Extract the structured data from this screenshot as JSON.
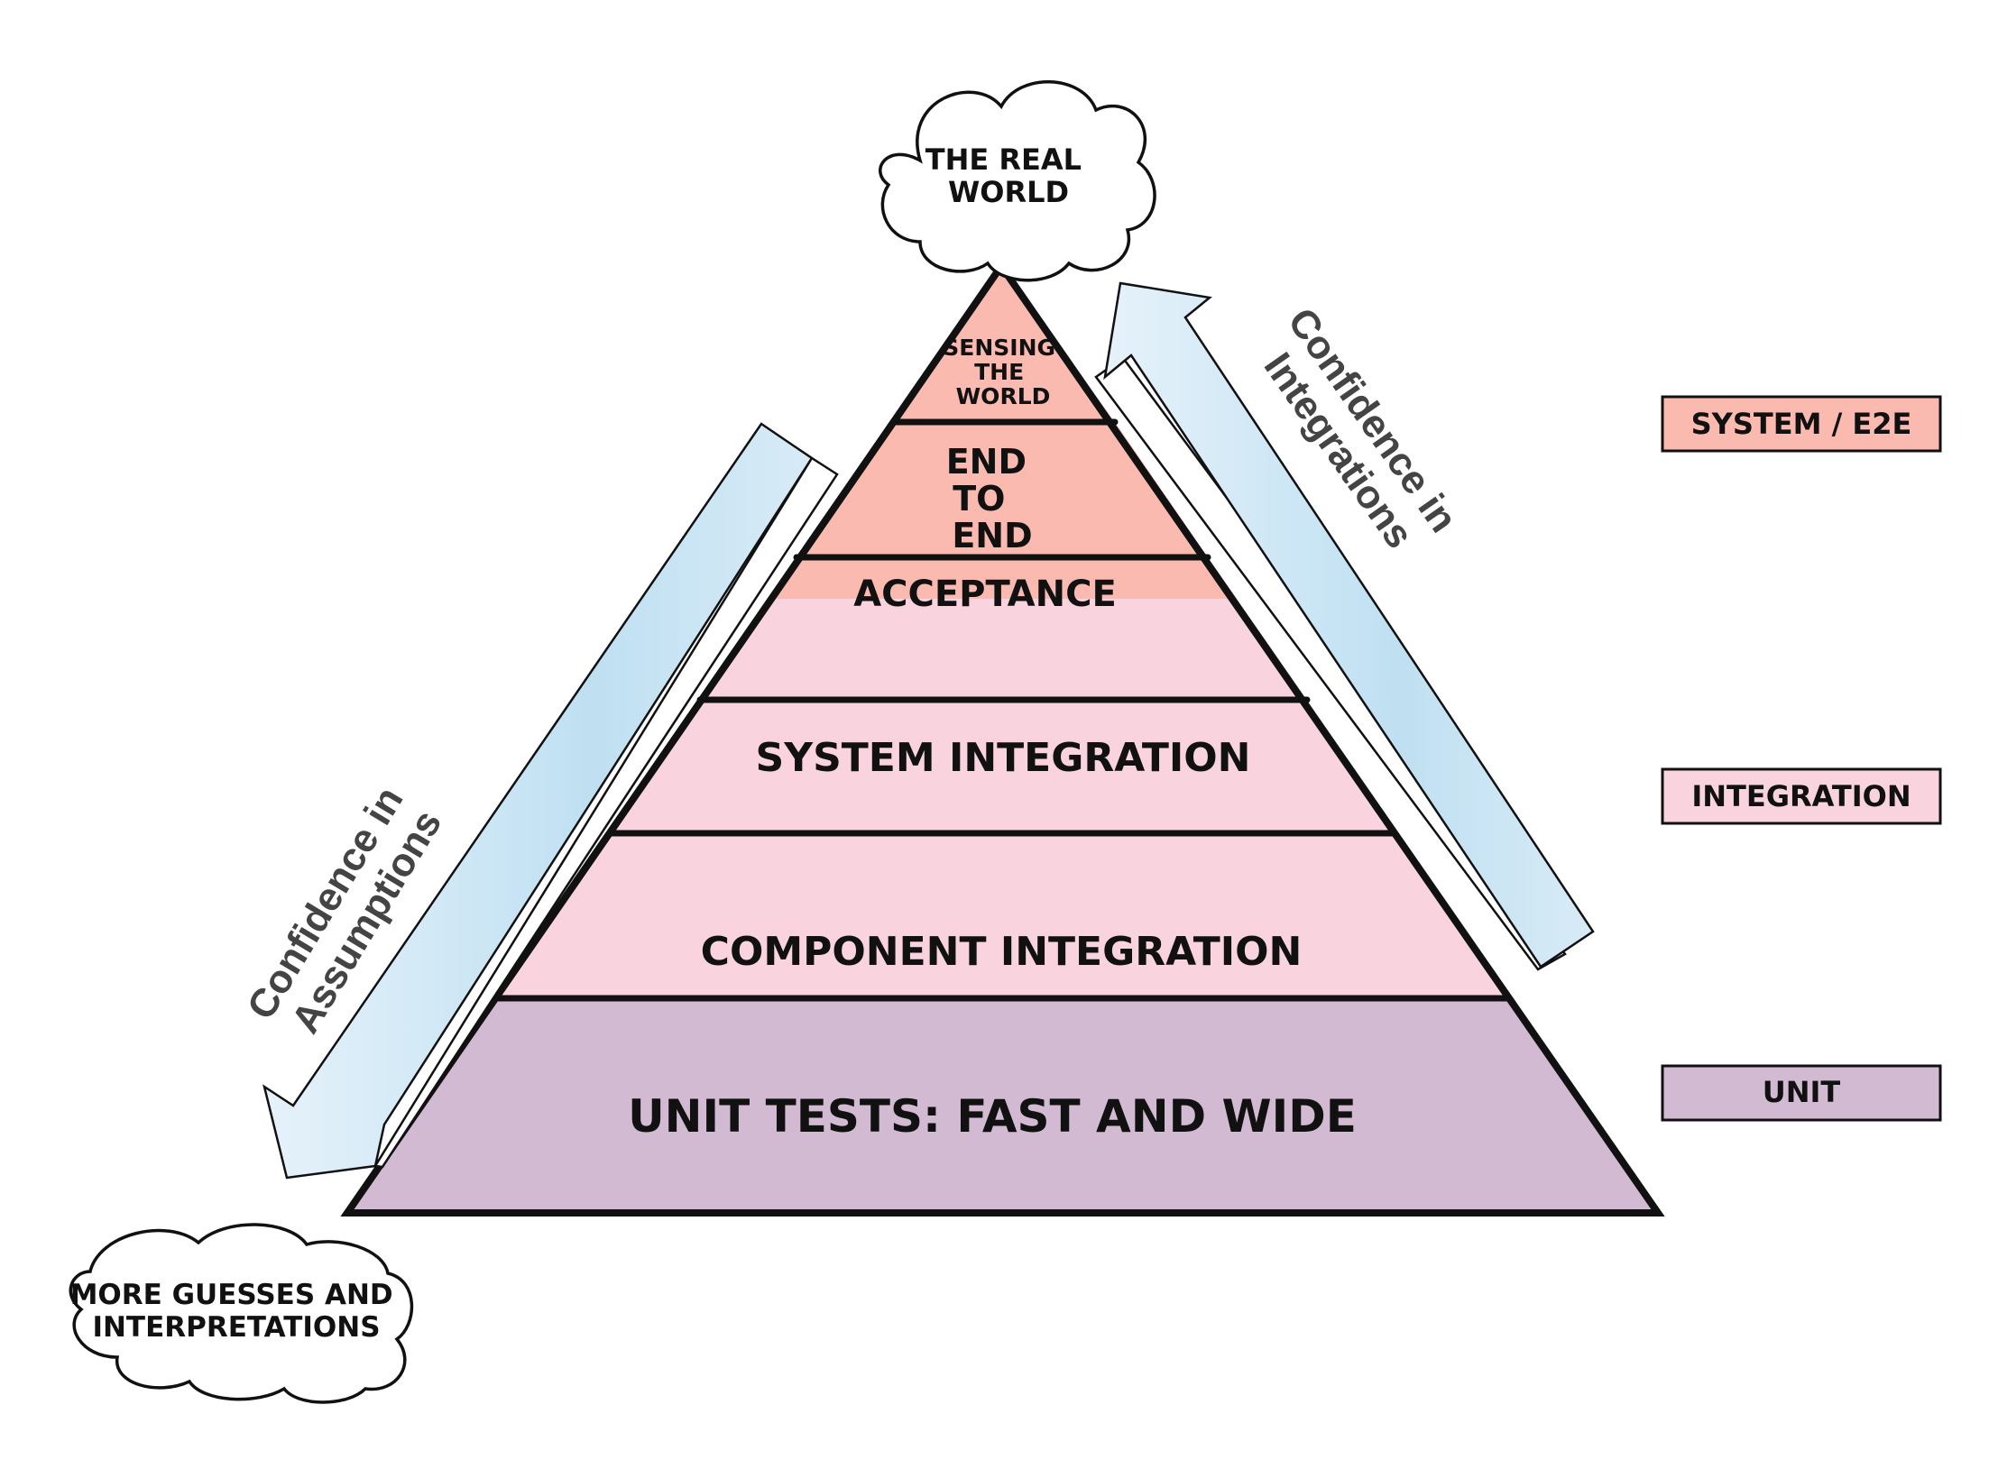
{
  "top_cloud": {
    "lines": [
      "THE REAL",
      "WORLD"
    ]
  },
  "bottom_cloud": {
    "lines": [
      "MORE GUESSES AND",
      "INTERPRETATIONS"
    ]
  },
  "pyramid": {
    "sensing": {
      "lines": [
        "SENSING",
        "THE",
        "WORLD"
      ]
    },
    "e2e": {
      "lines": [
        "END",
        "TO",
        "END"
      ]
    },
    "acceptance": "ACCEPTANCE",
    "system_integration": "SYSTEM INTEGRATION",
    "component_integration": "COMPONENT INTEGRATION",
    "unit": "UNIT TESTS: FAST AND WIDE"
  },
  "arrows": {
    "left": {
      "lines": [
        "Confidence in",
        "Assumptions"
      ]
    },
    "right": {
      "lines": [
        "Confidence in",
        "Integrations"
      ]
    }
  },
  "legend": [
    {
      "label": "SYSTEM / E2E",
      "color": "#fbbab0"
    },
    {
      "label": "INTEGRATION",
      "color": "#f9d3de"
    },
    {
      "label": "UNIT",
      "color": "#d2bbd2"
    }
  ],
  "colors": {
    "system": "#fbbab0",
    "integration": "#f9d3de",
    "unit": "#d2bbd2",
    "arrow_light": "#e6f2fa",
    "arrow_mid": "#bfe0f2"
  }
}
